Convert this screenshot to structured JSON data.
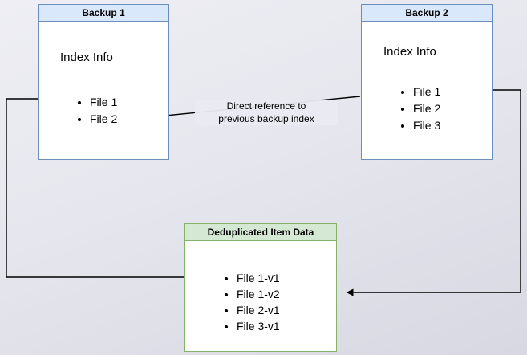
{
  "backup1": {
    "title": "Backup 1",
    "subtitle": "Index Info",
    "files": [
      "File 1",
      "File 2"
    ]
  },
  "backup2": {
    "title": "Backup 2",
    "subtitle": "Index Info",
    "files": [
      "File 1",
      "File 2",
      "File 3"
    ]
  },
  "dedup": {
    "title": "Deduplicated Item Data",
    "items": [
      "File 1-v1",
      "File 1-v2",
      "File 2-v1",
      "File 3-v1"
    ]
  },
  "labels": {
    "direct_reference": "Direct reference to\nprevious backup index"
  },
  "colors": {
    "blue_fill": "#dae8fc",
    "blue_border": "#6c8ebf",
    "green_fill": "#d5e8d4",
    "green_border": "#82b366",
    "arrow": "#000000",
    "background": "#e4e4ec"
  }
}
